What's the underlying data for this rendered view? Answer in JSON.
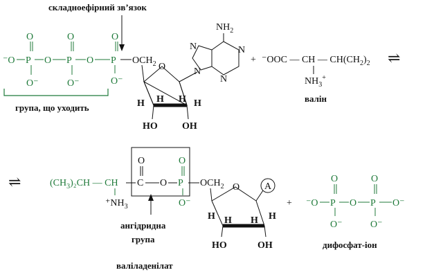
{
  "colors": {
    "phosphate_green": "#1f7a3a",
    "text": "#111111",
    "background": "#ffffff"
  },
  "labels": {
    "ester_bond": "складноефірний зв’язок",
    "leaving_group": "група, що уходить",
    "valine": "валін",
    "anhydride_group_line1": "ангідридна",
    "anhydride_group_line2": "група",
    "valyladenylate": "валіладенілат",
    "diphosphate_ion": "дифосфат-іон"
  },
  "atoms": {
    "minus_o": "⁻O",
    "o_minus": "O⁻",
    "p": "P",
    "o": "O",
    "och2": "OCH",
    "ch2_sub": "2",
    "nh2": "NH",
    "n": "N",
    "h": "H",
    "ho": "HO",
    "oh": "OH",
    "plus": "+",
    "ooc_ch_ch": "⁻OOC — CH — CH(CH",
    "ch3_close": ")",
    "sub2": "2",
    "nh3_plus": "NH",
    "ch3_2_ch": "(CH",
    "ch_ch": ")₂CH — CH",
    "c": "C",
    "plus_nh3": "⁺NH",
    "a": "A"
  },
  "arrows": {
    "equilibrium": "⇌"
  }
}
